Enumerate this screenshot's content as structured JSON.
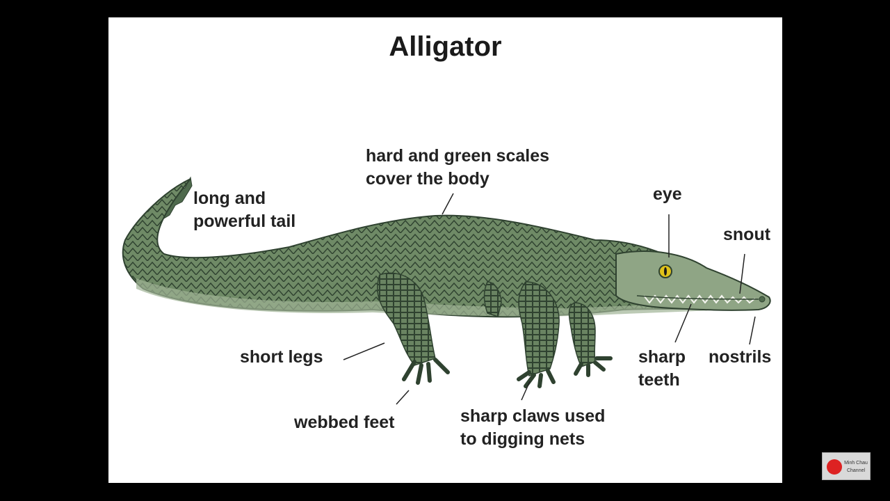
{
  "title": "Alligator",
  "labels": {
    "scales": [
      "hard and green scales",
      "cover the body"
    ],
    "tail": [
      "long and",
      "powerful tail"
    ],
    "eye": "eye",
    "snout": "snout",
    "short_legs": "short legs",
    "teeth": [
      "sharp",
      "teeth"
    ],
    "nostrils": "nostrils",
    "webbed_feet": "webbed feet",
    "claws": [
      "sharp claws used",
      "to digging nets"
    ]
  },
  "watermark": [
    "Minh Chau",
    "Channel"
  ],
  "colors": {
    "body": "#6f8a66",
    "body_dark": "#3f5540",
    "belly": "#9fb495",
    "eye": "#e0c21a",
    "background": "#ffffff",
    "frame": "#000000"
  }
}
